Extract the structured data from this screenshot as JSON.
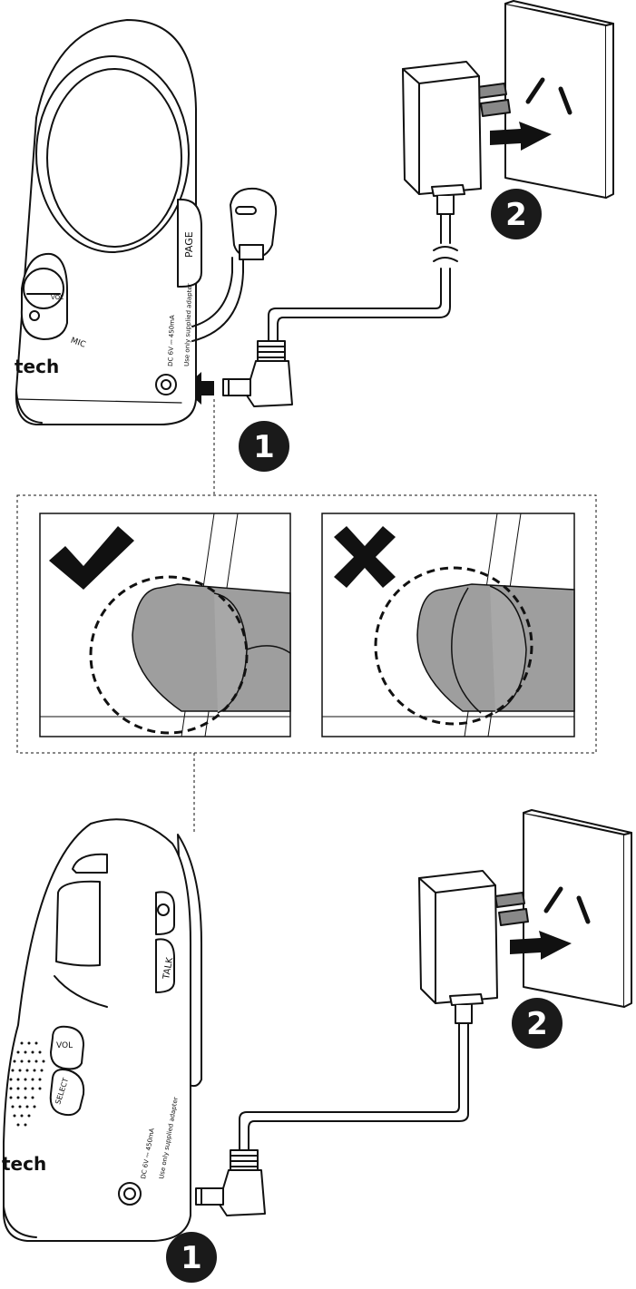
{
  "top_unit": {
    "brand": "tech",
    "page_button": "PAGE",
    "vol_label": "VOL",
    "mic_label": "MIC",
    "rating_line1": "DC 6V ⎓ 450mA",
    "rating_line2": "Use only supplied adapter"
  },
  "bottom_unit": {
    "brand": "tech",
    "talk_button": "TALK",
    "vol_button": "VOL",
    "select_button": "SELECT",
    "rating_line1": "DC 6V ⎓ 450mA",
    "rating_line2": "Use only supplied adapter"
  },
  "steps": {
    "step1": "1",
    "step2": "2"
  },
  "detail": {
    "correct_icon": "check-mark-icon",
    "incorrect_icon": "cross-mark-icon"
  },
  "colors": {
    "outline": "#111111",
    "badge": "#1a1a1a",
    "plug_fill": "#9a9a9a",
    "plug_dark": "#7a7a7a"
  }
}
